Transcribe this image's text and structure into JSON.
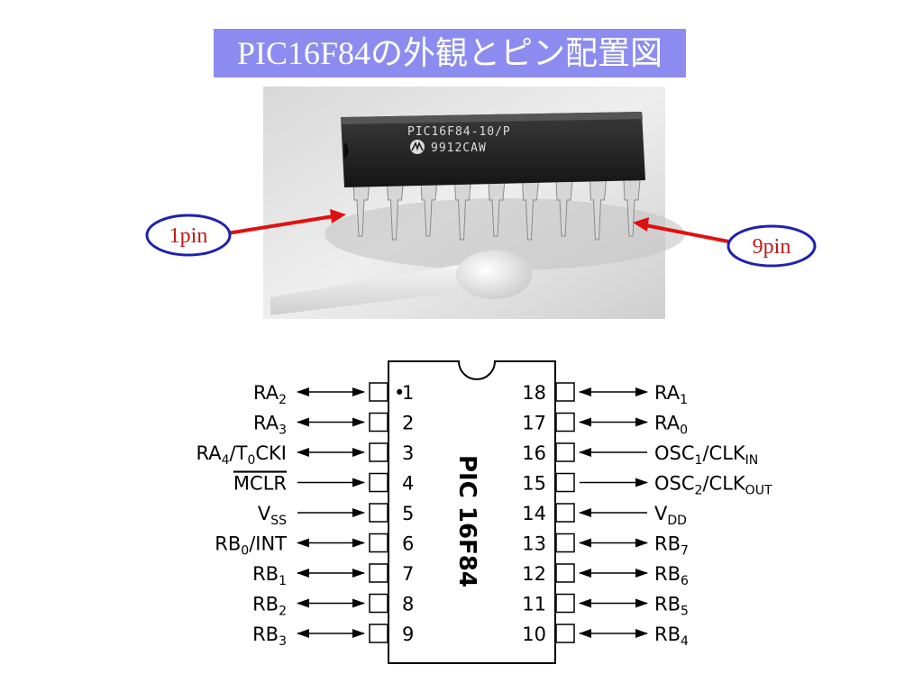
{
  "title": "PIC16F84の外観とピン配置図",
  "photo": {
    "marking_line1": "PIC16F84-10/P",
    "marking_line2": "9912CAW",
    "pin1_label": "1pin",
    "pin9_label": "9pin"
  },
  "chip": {
    "name": "PIC 16F84",
    "pin1_marker": "•",
    "left_pins": [
      {
        "num": "1",
        "label": "RA",
        "sub": "2",
        "dir": "both"
      },
      {
        "num": "2",
        "label": "RA",
        "sub": "3",
        "dir": "both"
      },
      {
        "num": "3",
        "label": "RA",
        "sub": "4",
        "label2": "/T",
        "sub2": "0",
        "label3": "CKI",
        "dir": "both"
      },
      {
        "num": "4",
        "label": "MCLR",
        "overline": true,
        "dir": "in"
      },
      {
        "num": "5",
        "label": "V",
        "sub": "SS",
        "dir": "in"
      },
      {
        "num": "6",
        "label": "RB",
        "sub": "0",
        "label2": "/INT",
        "dir": "both"
      },
      {
        "num": "7",
        "label": "RB",
        "sub": "1",
        "dir": "both"
      },
      {
        "num": "8",
        "label": "RB",
        "sub": "2",
        "dir": "both"
      },
      {
        "num": "9",
        "label": "RB",
        "sub": "3",
        "dir": "both"
      }
    ],
    "right_pins": [
      {
        "num": "18",
        "label": "RA",
        "sub": "1",
        "dir": "both"
      },
      {
        "num": "17",
        "label": "RA",
        "sub": "0",
        "dir": "both"
      },
      {
        "num": "16",
        "label": "OSC",
        "sub": "1",
        "label2": "/CLK",
        "sub2": "IN",
        "dir": "in"
      },
      {
        "num": "15",
        "label": "OSC",
        "sub": "2",
        "label2": "/CLK",
        "sub2": "OUT",
        "dir": "out"
      },
      {
        "num": "14",
        "label": "V",
        "sub": "DD",
        "dir": "in"
      },
      {
        "num": "13",
        "label": "RB",
        "sub": "7",
        "dir": "both"
      },
      {
        "num": "12",
        "label": "RB",
        "sub": "6",
        "dir": "both"
      },
      {
        "num": "11",
        "label": "RB",
        "sub": "5",
        "dir": "both"
      },
      {
        "num": "10",
        "label": "RB",
        "sub": "4",
        "dir": "both"
      }
    ]
  }
}
